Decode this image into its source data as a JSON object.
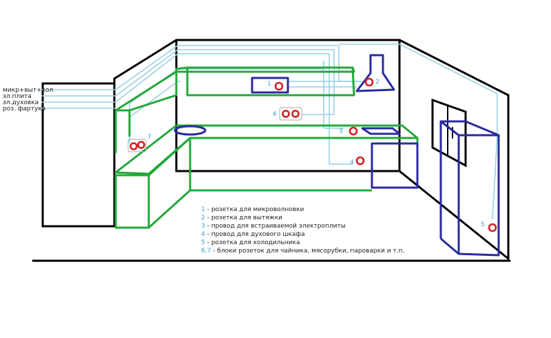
{
  "colors": {
    "walls": "#000000",
    "furniture": "#22a83a",
    "appliances": "#2a2aa0",
    "wires": "#9ad0e4",
    "outlet": "#d42020",
    "numbers": "#3aa0d0"
  },
  "left_labels": [
    "микр+выт+хол",
    "эл.плита",
    "эл.духовка",
    "роз. фартука"
  ],
  "markers": [
    "1",
    "2",
    "3",
    "4",
    "5",
    "6",
    "7"
  ],
  "legend": [
    {
      "num": "1",
      "text": " - розетка для микроволновки"
    },
    {
      "num": "2",
      "text": " - розетка для вытяжки"
    },
    {
      "num": "3",
      "text": " - провод для встраиваемой электроплиты"
    },
    {
      "num": "4",
      "text": " - провод для духового шкафа"
    },
    {
      "num": "5",
      "text": " - розетка для холодильника"
    },
    {
      "num": "6,7",
      "text": " - блоки розеток для чайника, мясорубки, пароварки и т.п."
    }
  ]
}
